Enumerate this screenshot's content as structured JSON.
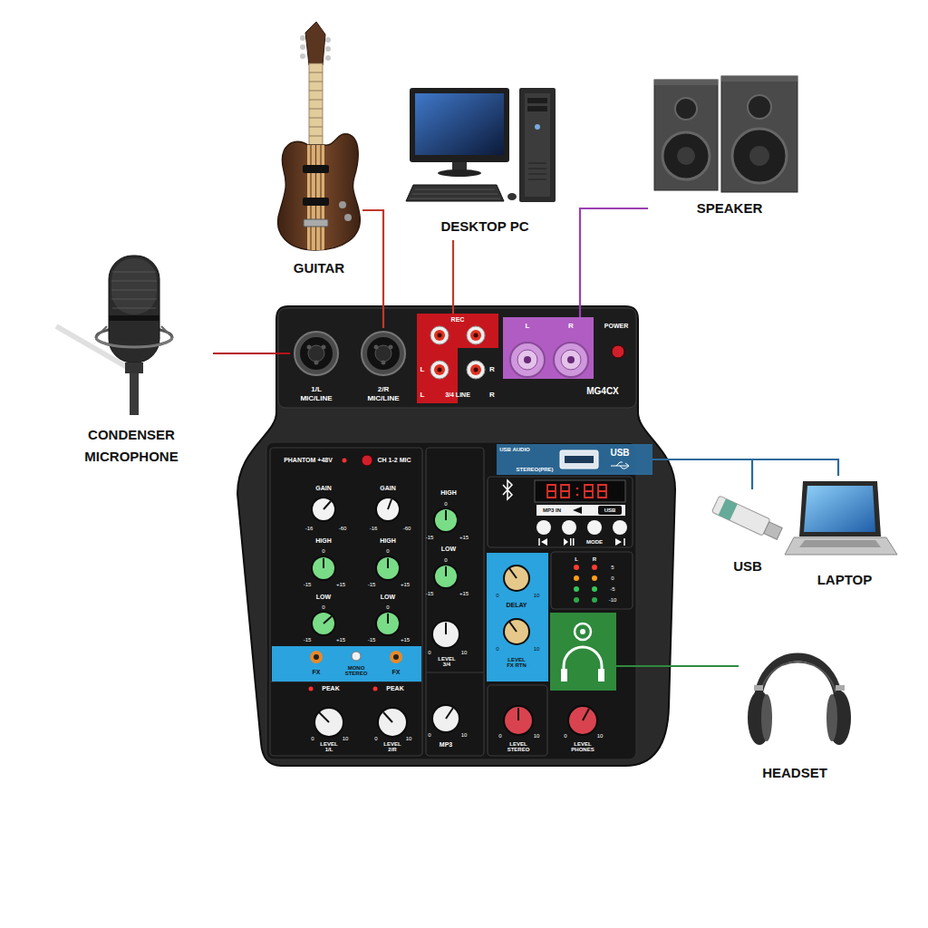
{
  "diagram": {
    "nodes": [
      {
        "text": [
          "GUITAR"
        ]
      },
      {
        "text": [
          "DESKTOP PC"
        ]
      },
      {
        "text": [
          "SPEAKER"
        ]
      },
      {
        "text": [
          "CONDENSER MICROPHONE"
        ]
      },
      {
        "text": [
          "POWER",
          "MG4CX",
          "PHANTOM +48V",
          "CH 1-2 MIC",
          "GAIN",
          "-16",
          "-60",
          "GAIN",
          "-16",
          "-60",
          "HIGH",
          "0",
          "-15",
          "+15",
          "HIGH",
          "0",
          "-15",
          "+15",
          "LOW",
          "0",
          "-15",
          "+15",
          "LOW",
          "0",
          "-15",
          "+15",
          "FX",
          "MONO STEREO",
          "FX",
          "PEAK",
          "PEAK",
          "0",
          "10",
          "LEVEL 1/L",
          "0",
          "10",
          "LEVEL 2/R",
          "HIGH",
          "0",
          "-15",
          "+15",
          "LOW",
          "0",
          "-15",
          "+15",
          "0",
          "10",
          "LEVEL 3/4",
          "0",
          "10",
          "MP3",
          "MP3 IN",
          "USB",
          "MODE",
          "0",
          "10",
          "DELAY",
          "0",
          "10",
          "LEVEL FX RTN",
          "L",
          "R",
          "5",
          "0",
          "-5",
          "-10",
          "0",
          "10",
          "LEVEL STEREO"
        ]
      },
      {
        "text": [
          "1/L MIC/LINE"
        ],
        "in": 4
      },
      {
        "text": [
          "2/R MIC/LINE"
        ],
        "in": 4
      },
      {
        "text": [
          "REC",
          "L",
          "R",
          "L",
          "3/4 LINE",
          "R"
        ],
        "in": 4
      },
      {
        "text": [
          "L",
          "R"
        ],
        "in": 4
      },
      {
        "text": [
          "USB AUDIO",
          "STEREO(PRE)",
          "USB"
        ],
        "in": 4
      },
      {
        "text": [
          "0",
          "10",
          "LEVEL PHONES"
        ],
        "in": 4
      },
      {
        "text": [
          "USB"
        ]
      },
      {
        "text": [
          "LAPTOP"
        ]
      },
      {
        "text": [
          "HEADSET"
        ]
      }
    ],
    "edges": [
      {
        "from": 3,
        "to": 5,
        "arrow": "none"
      },
      {
        "from": 0,
        "to": 6,
        "arrow": "none"
      },
      {
        "from": 1,
        "to": 7,
        "arrow": "none"
      },
      {
        "from": 2,
        "to": 8,
        "arrow": "none"
      },
      {
        "from": 11,
        "to": 9,
        "arrow": "none"
      },
      {
        "from": 12,
        "to": 9,
        "arrow": "none"
      },
      {
        "from": 13,
        "to": 10,
        "arrow": "none"
      }
    ]
  }
}
